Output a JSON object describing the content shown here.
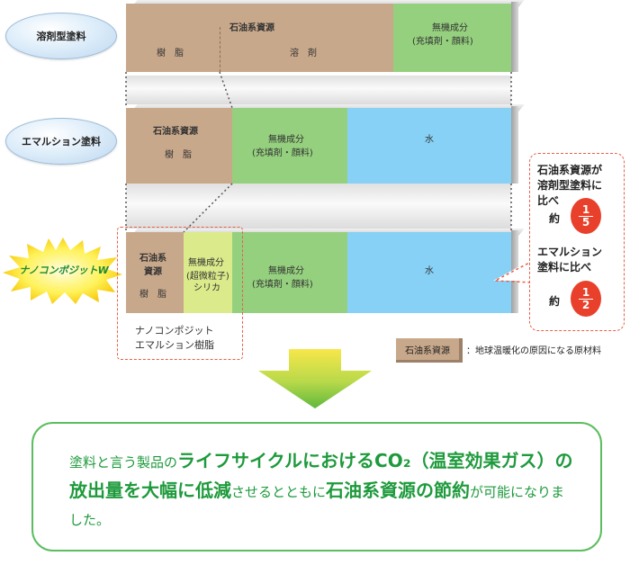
{
  "rows": [
    {
      "label": "溶剤型塗料",
      "segments": {
        "resin_source": "石油系資源",
        "resin": "樹　脂",
        "solvent": "溶　剤",
        "filler_title": "無機成分",
        "filler_sub": "(充填剤・顔料)"
      }
    },
    {
      "label": "エマルション塗料",
      "segments": {
        "resin_source": "石油系資源",
        "resin": "樹　脂",
        "filler_title": "無機成分",
        "filler_sub": "(充填剤・顔料)",
        "water": "水"
      }
    },
    {
      "label": "ナノコンポジットW",
      "segments": {
        "resin_source_1": "石油系",
        "resin_source_2": "資源",
        "resin": "樹　脂",
        "silica_title": "無機成分",
        "silica_sub1": "超微粒子",
        "silica_sub2": "シリカ",
        "filler_title": "無機成分",
        "filler_sub": "(充填剤・顔料)",
        "water": "水"
      }
    }
  ],
  "nano_caption": {
    "line1": "ナノコンポジット",
    "line2": "エマルション樹脂"
  },
  "callout": {
    "line1": "石油系資源が",
    "line2": "溶剤型塗料に",
    "line3": "比べ",
    "approx1": "約",
    "frac1_num": "1",
    "frac1_den": "5",
    "line4": "エマルション",
    "line5": "塗料に比べ",
    "approx2": "約",
    "frac2_num": "1",
    "frac2_den": "2"
  },
  "legend": {
    "swatch": "石油系資源",
    "desc": "：地球温暖化の原因になる原材料"
  },
  "message": {
    "p1": "塗料と言う製品の",
    "p2": "ライフサイクルにおけるCO₂（温室効果ガス）の放出量を大幅に低減",
    "p3": "させるとともに",
    "p4": "石油系資源の節約",
    "p5": "が可能になりました。"
  },
  "colors": {
    "resin": "#c8a88b",
    "filler": "#95d07e",
    "water": "#86d1f5",
    "silica": "#dbea8a",
    "accent_green": "#1e9a3c",
    "callout_red": "#e8402a"
  }
}
